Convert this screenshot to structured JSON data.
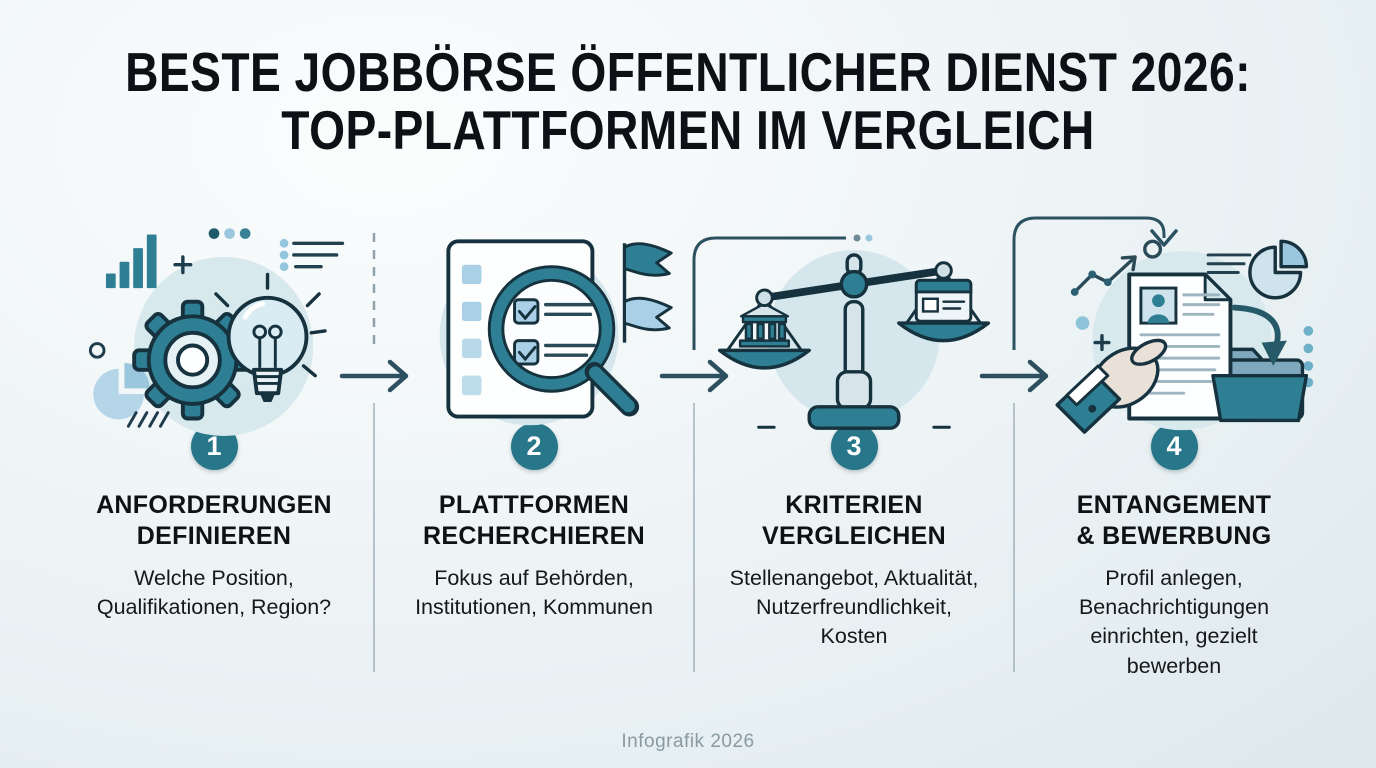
{
  "title": {
    "line1": "BESTE JOBBÖRSE ÖFFENTLICHER DIENST 2026:",
    "line2": "TOP-PLATTFORMEN IM VERGLEICH"
  },
  "steps": [
    {
      "number": "1",
      "icon": "gear-lightbulb-icon",
      "heading_line1": "ANFORDERUNGEN",
      "heading_line2": "DEFINIEREN",
      "description": "Welche Position, Qualifikationen, Region?"
    },
    {
      "number": "2",
      "icon": "checklist-magnifier-icon",
      "heading_line1": "PLATTFORMEN",
      "heading_line2": "RECHERCHIEREN",
      "description": "Fokus auf Behörden, Institutionen, Kommunen"
    },
    {
      "number": "3",
      "icon": "balance-scale-icon",
      "heading_line1": "KRITERIEN",
      "heading_line2": "VERGLEICHEN",
      "description": "Stellenangebot, Aktualität, Nutzerfreundlichkeit, Kosten"
    },
    {
      "number": "4",
      "icon": "cv-hand-folder-icon",
      "heading_line1": "ENTANGEMENT",
      "heading_line2": "& BEWERBUNG",
      "description": "Profil anlegen, Benachrichtigungen einrichten, gezielt bewerben"
    }
  ],
  "footer": {
    "caption": "Infografik 2026"
  },
  "colors": {
    "teal": "#2e7f93",
    "badge_teal": "#27768a",
    "navy_outline": "#16323e",
    "arrow": "#2d4f5f",
    "light_blue": "#a9d0e6",
    "pale_circle": "#d8e9ee",
    "text": "#101418",
    "footer_text": "#8a9aa2",
    "background_light": "#fbfdfd",
    "background_dark": "#dde9ec"
  }
}
